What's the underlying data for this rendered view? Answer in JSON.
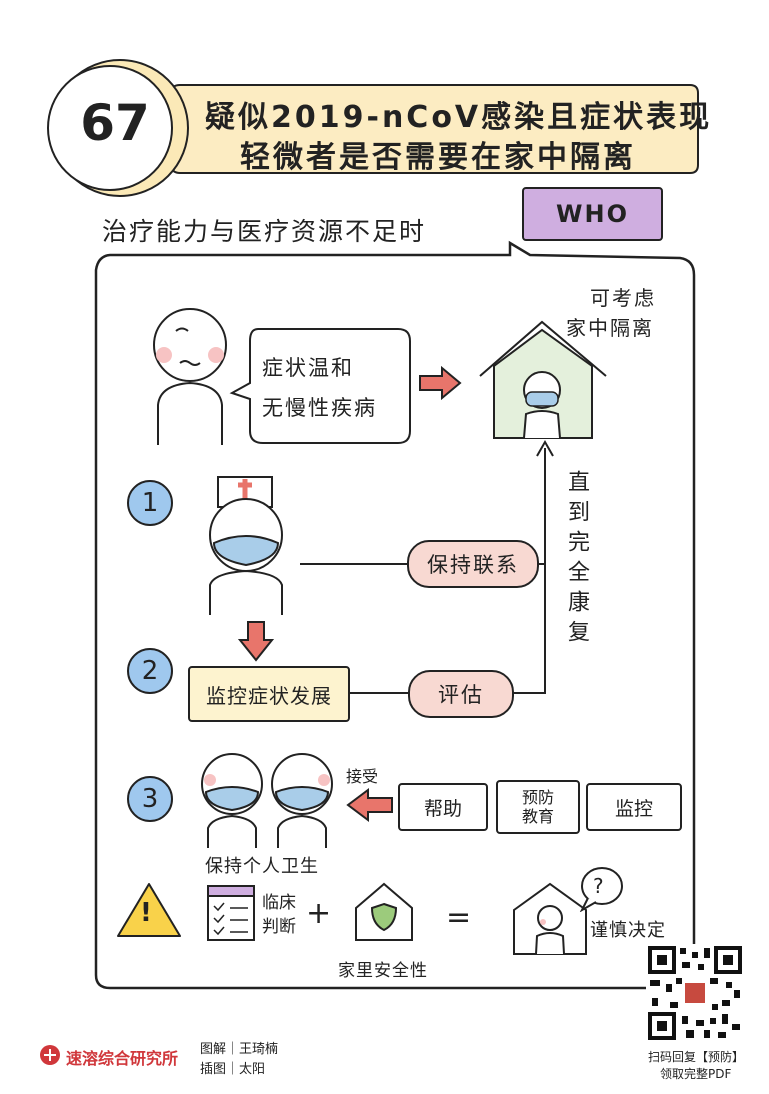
{
  "header": {
    "number": "67",
    "title_line1": "疑似2019-nCoV感染且症状表现",
    "title_line2": "轻微者是否需要在家中隔离"
  },
  "intro": {
    "condition": "治疗能力与医疗资源不足时",
    "who": "WHO"
  },
  "top": {
    "speech": [
      "症状温和",
      "无慢性疾病"
    ],
    "consider": [
      "可考虑",
      "家中隔离"
    ]
  },
  "steps": {
    "s1": {
      "num": "1",
      "pill": "保持联系"
    },
    "s2": {
      "num": "2",
      "box": "监控症状发展",
      "pill": "评估"
    },
    "until": "直到完全康复",
    "s3": {
      "num": "3",
      "accept": "接受",
      "boxes": [
        "帮助",
        "预防\n教育",
        "监控"
      ],
      "hygiene": "保持个人卫生"
    }
  },
  "bottom": {
    "warn_icon": "!",
    "clinical": [
      "临床",
      "判断"
    ],
    "plus": "+",
    "home_safety": "家里安全性",
    "equals": "=",
    "question": "?",
    "careful": "谨慎决定"
  },
  "footer": {
    "brand": "速溶综合研究所",
    "credit1": "图解｜王琦楠",
    "credit2": "插图｜太阳",
    "qr_text1": "扫码回复【预防】",
    "qr_text2": "领取完整PDF"
  },
  "colors": {
    "header_bg": "#fcecc2",
    "accent_pink": "#f3b4a8",
    "blue": "#9fc8ee",
    "who_purple": "#cfaee0",
    "mask_blue": "#a9cde9",
    "house_green": "#e4f0dc",
    "yellow_box": "#fdf3cf",
    "arrow_red": "#e8756b"
  }
}
